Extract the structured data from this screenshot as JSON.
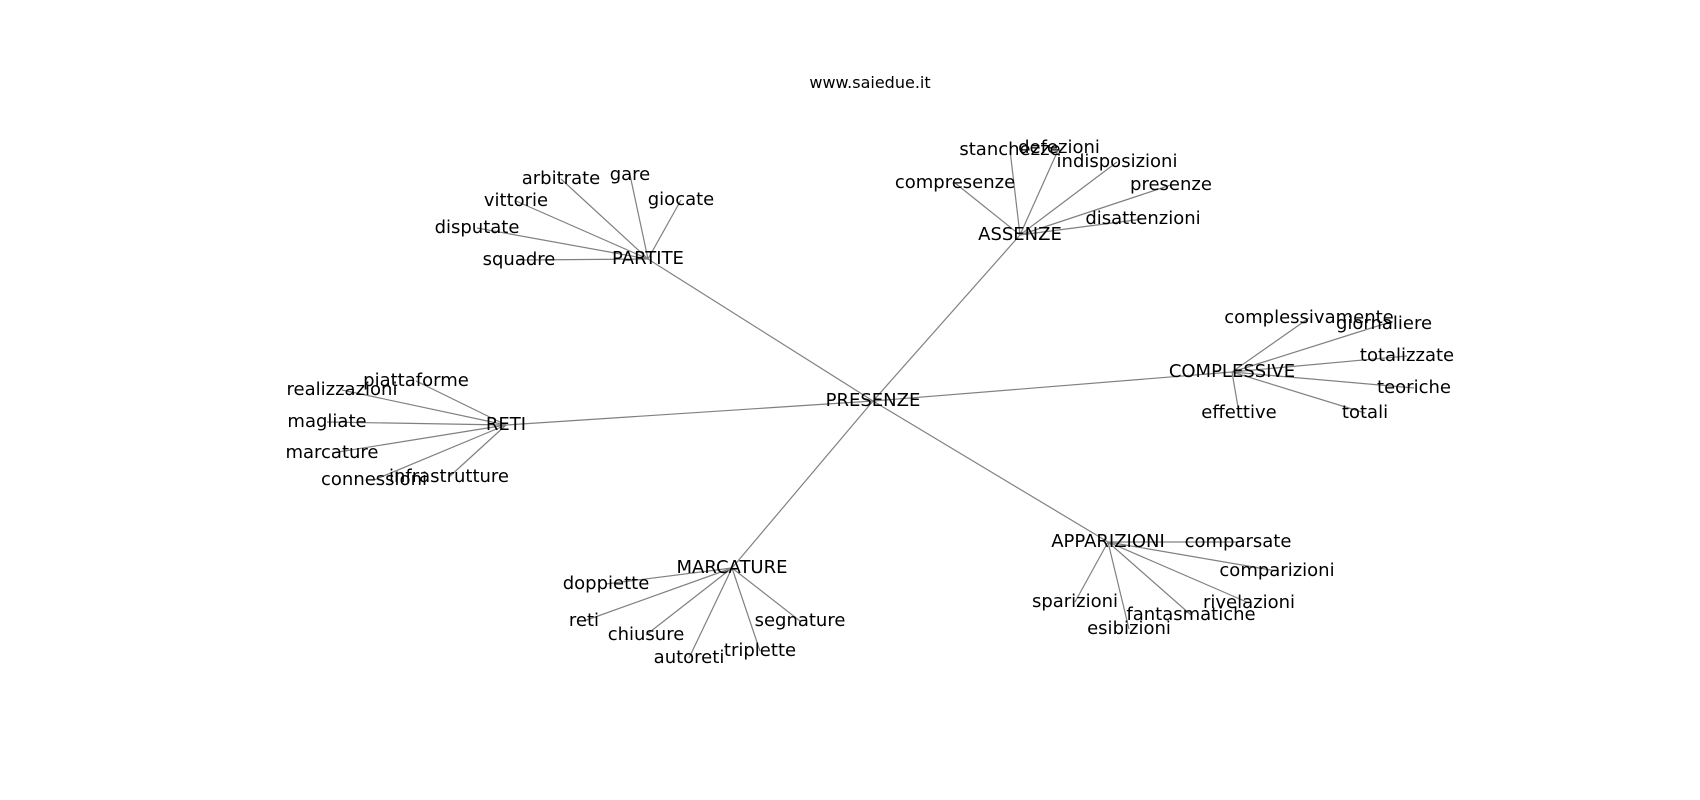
{
  "watermark": "www.saiedue.it",
  "root": "PRESENZE",
  "groups": [
    {
      "label": "ASSENZE",
      "leaves": [
        "stanchezze",
        "defezioni",
        "indisposizioni",
        "presenze",
        "compresenze",
        "disattenzioni"
      ]
    },
    {
      "label": "PARTITE",
      "leaves": [
        "arbitrate",
        "gare",
        "vittorie",
        "giocate",
        "disputate",
        "squadre"
      ]
    },
    {
      "label": "COMPLESSIVE",
      "leaves": [
        "complessivamente",
        "giornaliere",
        "totalizzate",
        "teoriche",
        "effettive",
        "totali"
      ]
    },
    {
      "label": "RETI",
      "leaves": [
        "piattaforme",
        "realizzazioni",
        "magliate",
        "marcature",
        "infrastrutture",
        "connessioni"
      ]
    },
    {
      "label": "APPARIZIONI",
      "leaves": [
        "comparsate",
        "comparizioni",
        "rivelazioni",
        "fantasmatiche",
        "esibizioni",
        "sparizioni"
      ]
    },
    {
      "label": "MARCATURE",
      "leaves": [
        "doppiette",
        "reti",
        "chiusure",
        "autoreti",
        "triplette",
        "segnature"
      ]
    }
  ]
}
